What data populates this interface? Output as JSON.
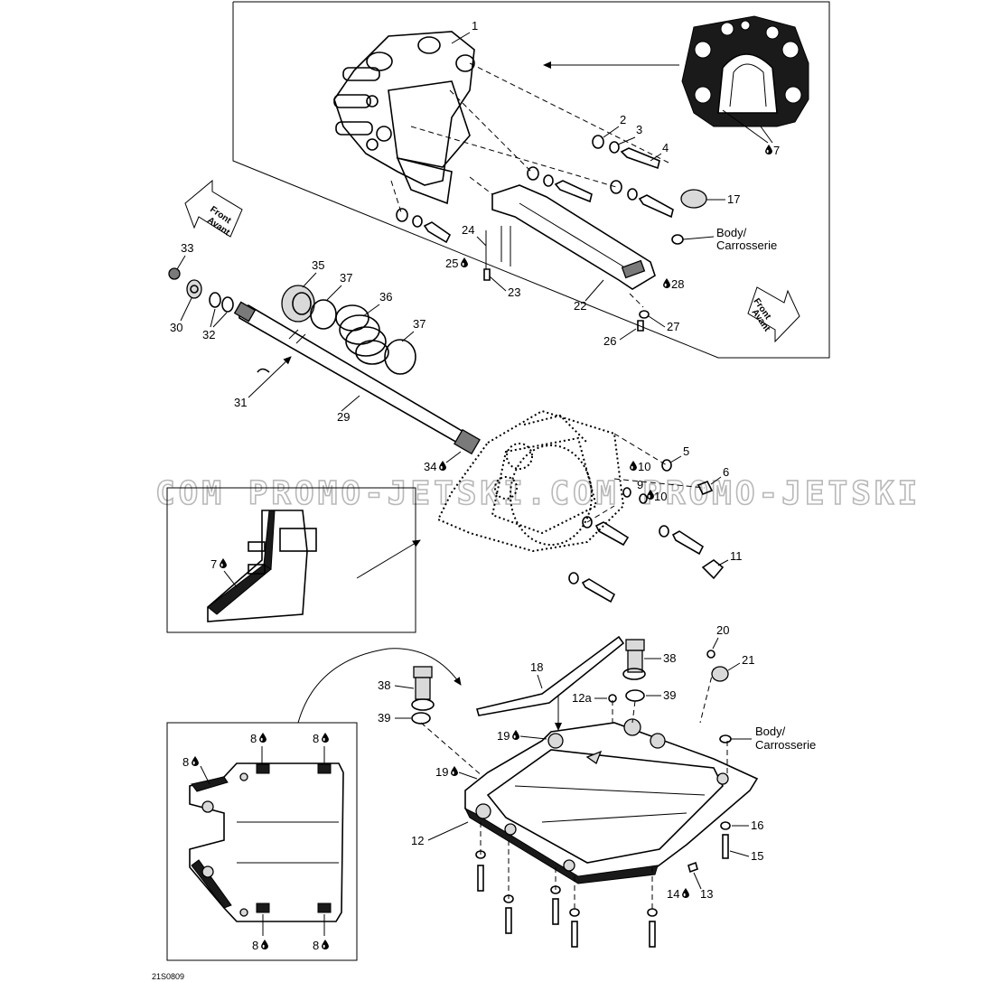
{
  "diagram": {
    "code": "21S0809",
    "watermark": "COM  PROMO-JETSKI.COM PROMO-JETSKI",
    "front_label_1": "Front",
    "front_label_2": "Avant",
    "body_label_1": "Body/",
    "body_label_2": "Carrosserie",
    "callouts": {
      "c1": "1",
      "c2": "2",
      "c3": "3",
      "c4": "4",
      "c5": "5",
      "c6": "6",
      "c7": "7",
      "c7b": "7",
      "c8a": "8",
      "c8b": "8",
      "c8c": "8",
      "c8d": "8",
      "c8e": "8",
      "c9": "9",
      "c10a": "10",
      "c10b": "10",
      "c11": "11",
      "c12": "12",
      "c12a": "12a",
      "c13": "13",
      "c14": "14",
      "c15": "15",
      "c16": "16",
      "c17": "17",
      "c18": "18",
      "c19a": "19",
      "c19b": "19",
      "c20": "20",
      "c21": "21",
      "c22": "22",
      "c23": "23",
      "c24": "24",
      "c25": "25",
      "c26": "26",
      "c27": "27",
      "c28": "28",
      "c29": "29",
      "c30": "30",
      "c31": "31",
      "c32": "32",
      "c33": "33",
      "c34": "34",
      "c35": "35",
      "c36": "36",
      "c37a": "37",
      "c37b": "37",
      "c38a": "38",
      "c38b": "38",
      "c39a": "39",
      "c39b": "39"
    }
  }
}
